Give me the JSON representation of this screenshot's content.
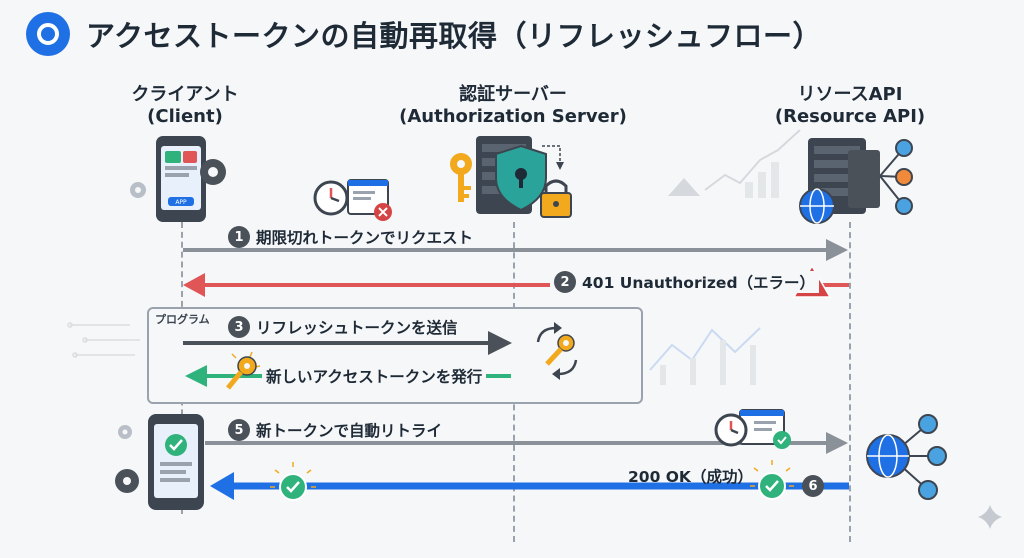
{
  "title": "アクセストークンの自動再取得（リフレッシュフロー）",
  "columns": {
    "client": {
      "name": "クライアント",
      "sub": "(Client)"
    },
    "auth": {
      "name": "認証サーバー",
      "sub": "(Authorization Server)"
    },
    "resource": {
      "name": "リソースAPI",
      "sub": "(Resource API)"
    }
  },
  "phone_screen_label": "APP",
  "program_box_label": "プログラム",
  "steps": [
    {
      "num": "1",
      "label": "期限切れトークンでリクエスト",
      "color": "#8b9198"
    },
    {
      "num": "2",
      "label": "401 Unauthorized（エラー）",
      "color": "#e05656"
    },
    {
      "num": "3",
      "label": "リフレッシュトークンを送信",
      "color": "#4a5159"
    },
    {
      "num": "",
      "label": "新しいアクセストークンを発行",
      "color": "#2fb27c"
    },
    {
      "num": "5",
      "label": "新トークンで自動リトライ",
      "color": "#8b9198"
    },
    {
      "num": "6",
      "label": "200 OK（成功）",
      "color": "#1f6fe5"
    }
  ],
  "colors": {
    "accent": "#1f6fe5",
    "error": "#e05656",
    "success": "#2fb27c",
    "neutral": "#8b9198",
    "dark": "#4a5159",
    "server": "#3d4650",
    "key": "#f2a91e",
    "warn": "#d64545"
  }
}
